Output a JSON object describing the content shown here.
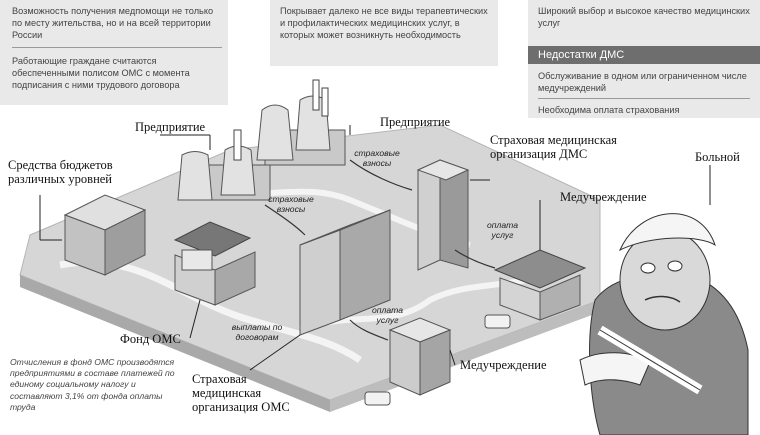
{
  "panels": {
    "oms": {
      "pro1": "Возможность получения медпомощи не только по месту жительства, но и на всей территории России",
      "pro2": "Работающие граждане считаются обеспеченными полисом ОМС с момента подписания с ними трудового договора"
    },
    "mid": {
      "text": "Покрывает далеко не все виды терапевтических и профилактических медицинских услуг, в которых может возникнуть необходимость"
    },
    "dms": {
      "pro": "Широкий выбор и высокое качество медицинских услуг",
      "cons_header": "Недостатки ДМС",
      "con1": "Обслуживание в одном или ограниченном числе медучреждений",
      "con2": "Необходима оплата страхования"
    }
  },
  "labels": {
    "enterprise_left": "Предприятие",
    "enterprise_right": "Предприятие",
    "budgets": "Средства бюджетов различных уровней",
    "dms_org": "Страховая медицинская организация ДМС",
    "patient": "Больной",
    "medical_right": "Медучреждение",
    "medical_bottom": "Медучреждение",
    "fund": "Фонд ОМС",
    "oms_org": "Страховая медицинская организация ОМС"
  },
  "flows": {
    "premiums_top": "страховые взносы",
    "premiums_left": "страховые взносы",
    "payment_right": "оплата услуг",
    "payment_bottom": "оплата услуг",
    "contract_payments": "выплаты по договорам"
  },
  "note": "Отчисления в фонд ОМС производятся предприятиями в составе платежей по единому социальному налогу и составляют 3,1% от фонда оплаты труда",
  "colors": {
    "panel": "#e9e9e9",
    "header": "#6e6e6e",
    "ground": "#d4d4d4",
    "building": "#bdbdbd"
  }
}
